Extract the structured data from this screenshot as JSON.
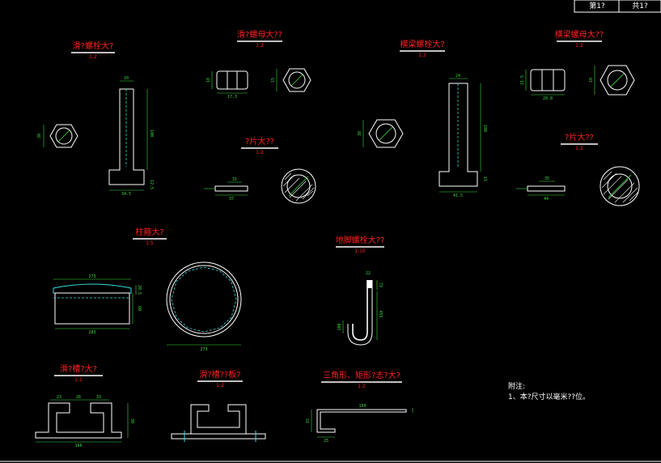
{
  "titleblock": {
    "sheet": "第1?",
    "total": "共1?"
  },
  "views": {
    "bolt1": {
      "title": "滑?螺栓大?",
      "scale": "1:2",
      "dims": {
        "head_w": "20",
        "len": "100",
        "flange": "12.5",
        "base": "34.5",
        "hex": "30"
      }
    },
    "nut1": {
      "title": "滑?螺母大??",
      "scale": "1:2",
      "dims": {
        "h": "18",
        "w": "17.3",
        "hex": "15"
      }
    },
    "washer1": {
      "title": "?片大??",
      "scale": "1:2",
      "dims": {
        "inner": "31",
        "outer": "37"
      }
    },
    "bolt2": {
      "title": "横梁螺栓大?",
      "scale": "1:2",
      "dims": {
        "head_w": "24",
        "len": "100",
        "flange": "15",
        "base": "41.5",
        "hex": "38"
      }
    },
    "nut2": {
      "title": "横梁螺母大??",
      "scale": "1:2",
      "dims": {
        "h": "21.5",
        "w": "20.8",
        "hex": "18"
      }
    },
    "washer2": {
      "title": "?片大??",
      "scale": "1:2",
      "dims": {
        "inner": "35",
        "outer": "44"
      }
    },
    "hoop": {
      "title": "柱箍大?",
      "scale": "1:5",
      "dims": {
        "top": "273",
        "bottom": "283",
        "h1": "20.5",
        "h2": "60",
        "dia": "273"
      }
    },
    "anchor": {
      "title": "地脚螺栓大??",
      "scale": "1:10",
      "dims": {
        "top": "22",
        "d": "72",
        "len": "455",
        "hook": "100"
      }
    },
    "rail": {
      "title": "滑?槽?大?",
      "scale": "1:2",
      "dims": {
        "a": "23",
        "b": "26",
        "c": "33",
        "h": "30",
        "total": "166"
      }
    },
    "plate": {
      "title": "滑?槽??板?",
      "scale": "1:2"
    },
    "bracket": {
      "title": "三角形、矩形?志?大?",
      "scale": "1:2",
      "dims": {
        "len": "150",
        "h": "15",
        "w": "25"
      }
    }
  },
  "notes": {
    "heading": "附注:",
    "line1": "1、本?尺寸以毫米??位。"
  }
}
